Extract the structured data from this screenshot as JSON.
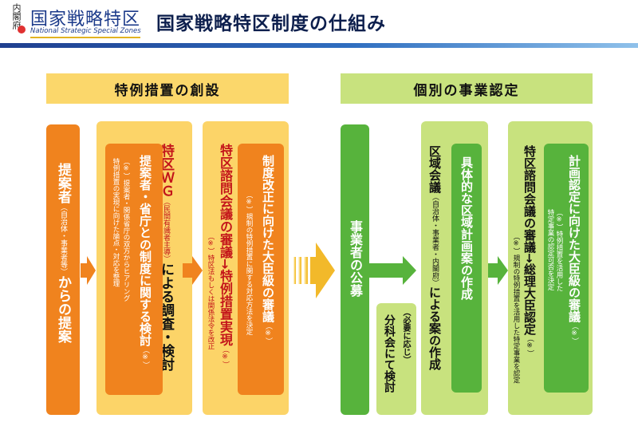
{
  "header": {
    "logo_vertical": "内閣府",
    "logo_jp": "国家戦略特区",
    "logo_en": "National Strategic Special Zones",
    "title": "国家戦略特区制度の仕組み"
  },
  "sections": {
    "left": "特例措置の創設",
    "right": "個別の事業認定"
  },
  "steps": {
    "s1": {
      "main": "提案者",
      "sub": "（自治体・事業者等）",
      "tail": "からの提案"
    },
    "s2": {
      "main": "特区ＷＧ",
      "sub": "（民間有識者主導）",
      "tail": "による調査・検討"
    },
    "s3": {
      "main": "提案者・省庁との制度に関する検討",
      "mark": "（※）",
      "note1": "（※）提案者・関係省庁の双方からヒアリング",
      "note2": "特例措置の実現に向けた論点・対応を整理"
    },
    "s4": {
      "main": "特区諮問会議の審議→特例措置実現",
      "mark": "（※）",
      "note": "（※）特区法もしくは関係法令を改正"
    },
    "s5": {
      "main": "制度改正に向けた大臣級の審議",
      "mark": "（※）",
      "note": "（※）規制の特例措置に関する対応方法を決定"
    },
    "s6": {
      "main": "事業者の公募"
    },
    "s7": {
      "note": "（必要に応じ）",
      "main": "分科会にて検討"
    },
    "s8": {
      "main": "区域会議",
      "sub": "（自治体・事業者・内閣府）",
      "tail": "による案の作成"
    },
    "s9": {
      "main": "具体的な区域計画案の作成"
    },
    "s10": {
      "main": "特区諮問会議の審議→総理大臣認定",
      "mark": "（※）",
      "note": "（※）規制の特例措置を活用した特定事業を認定"
    },
    "s11": {
      "main": "計画認定に向けた大臣級の審議",
      "mark": "（※）",
      "note1": "（※）特例措置を活用した",
      "note2": "特定事業の認定可否を決定"
    }
  },
  "colors": {
    "orange": "#f0831e",
    "pale_orange": "#fcd468",
    "green": "#57b33c",
    "light_green": "#c8e27e",
    "title_navy": "#0d1f4d",
    "logo_blue": "#1b3a8a",
    "accent_red": "#e03131"
  }
}
